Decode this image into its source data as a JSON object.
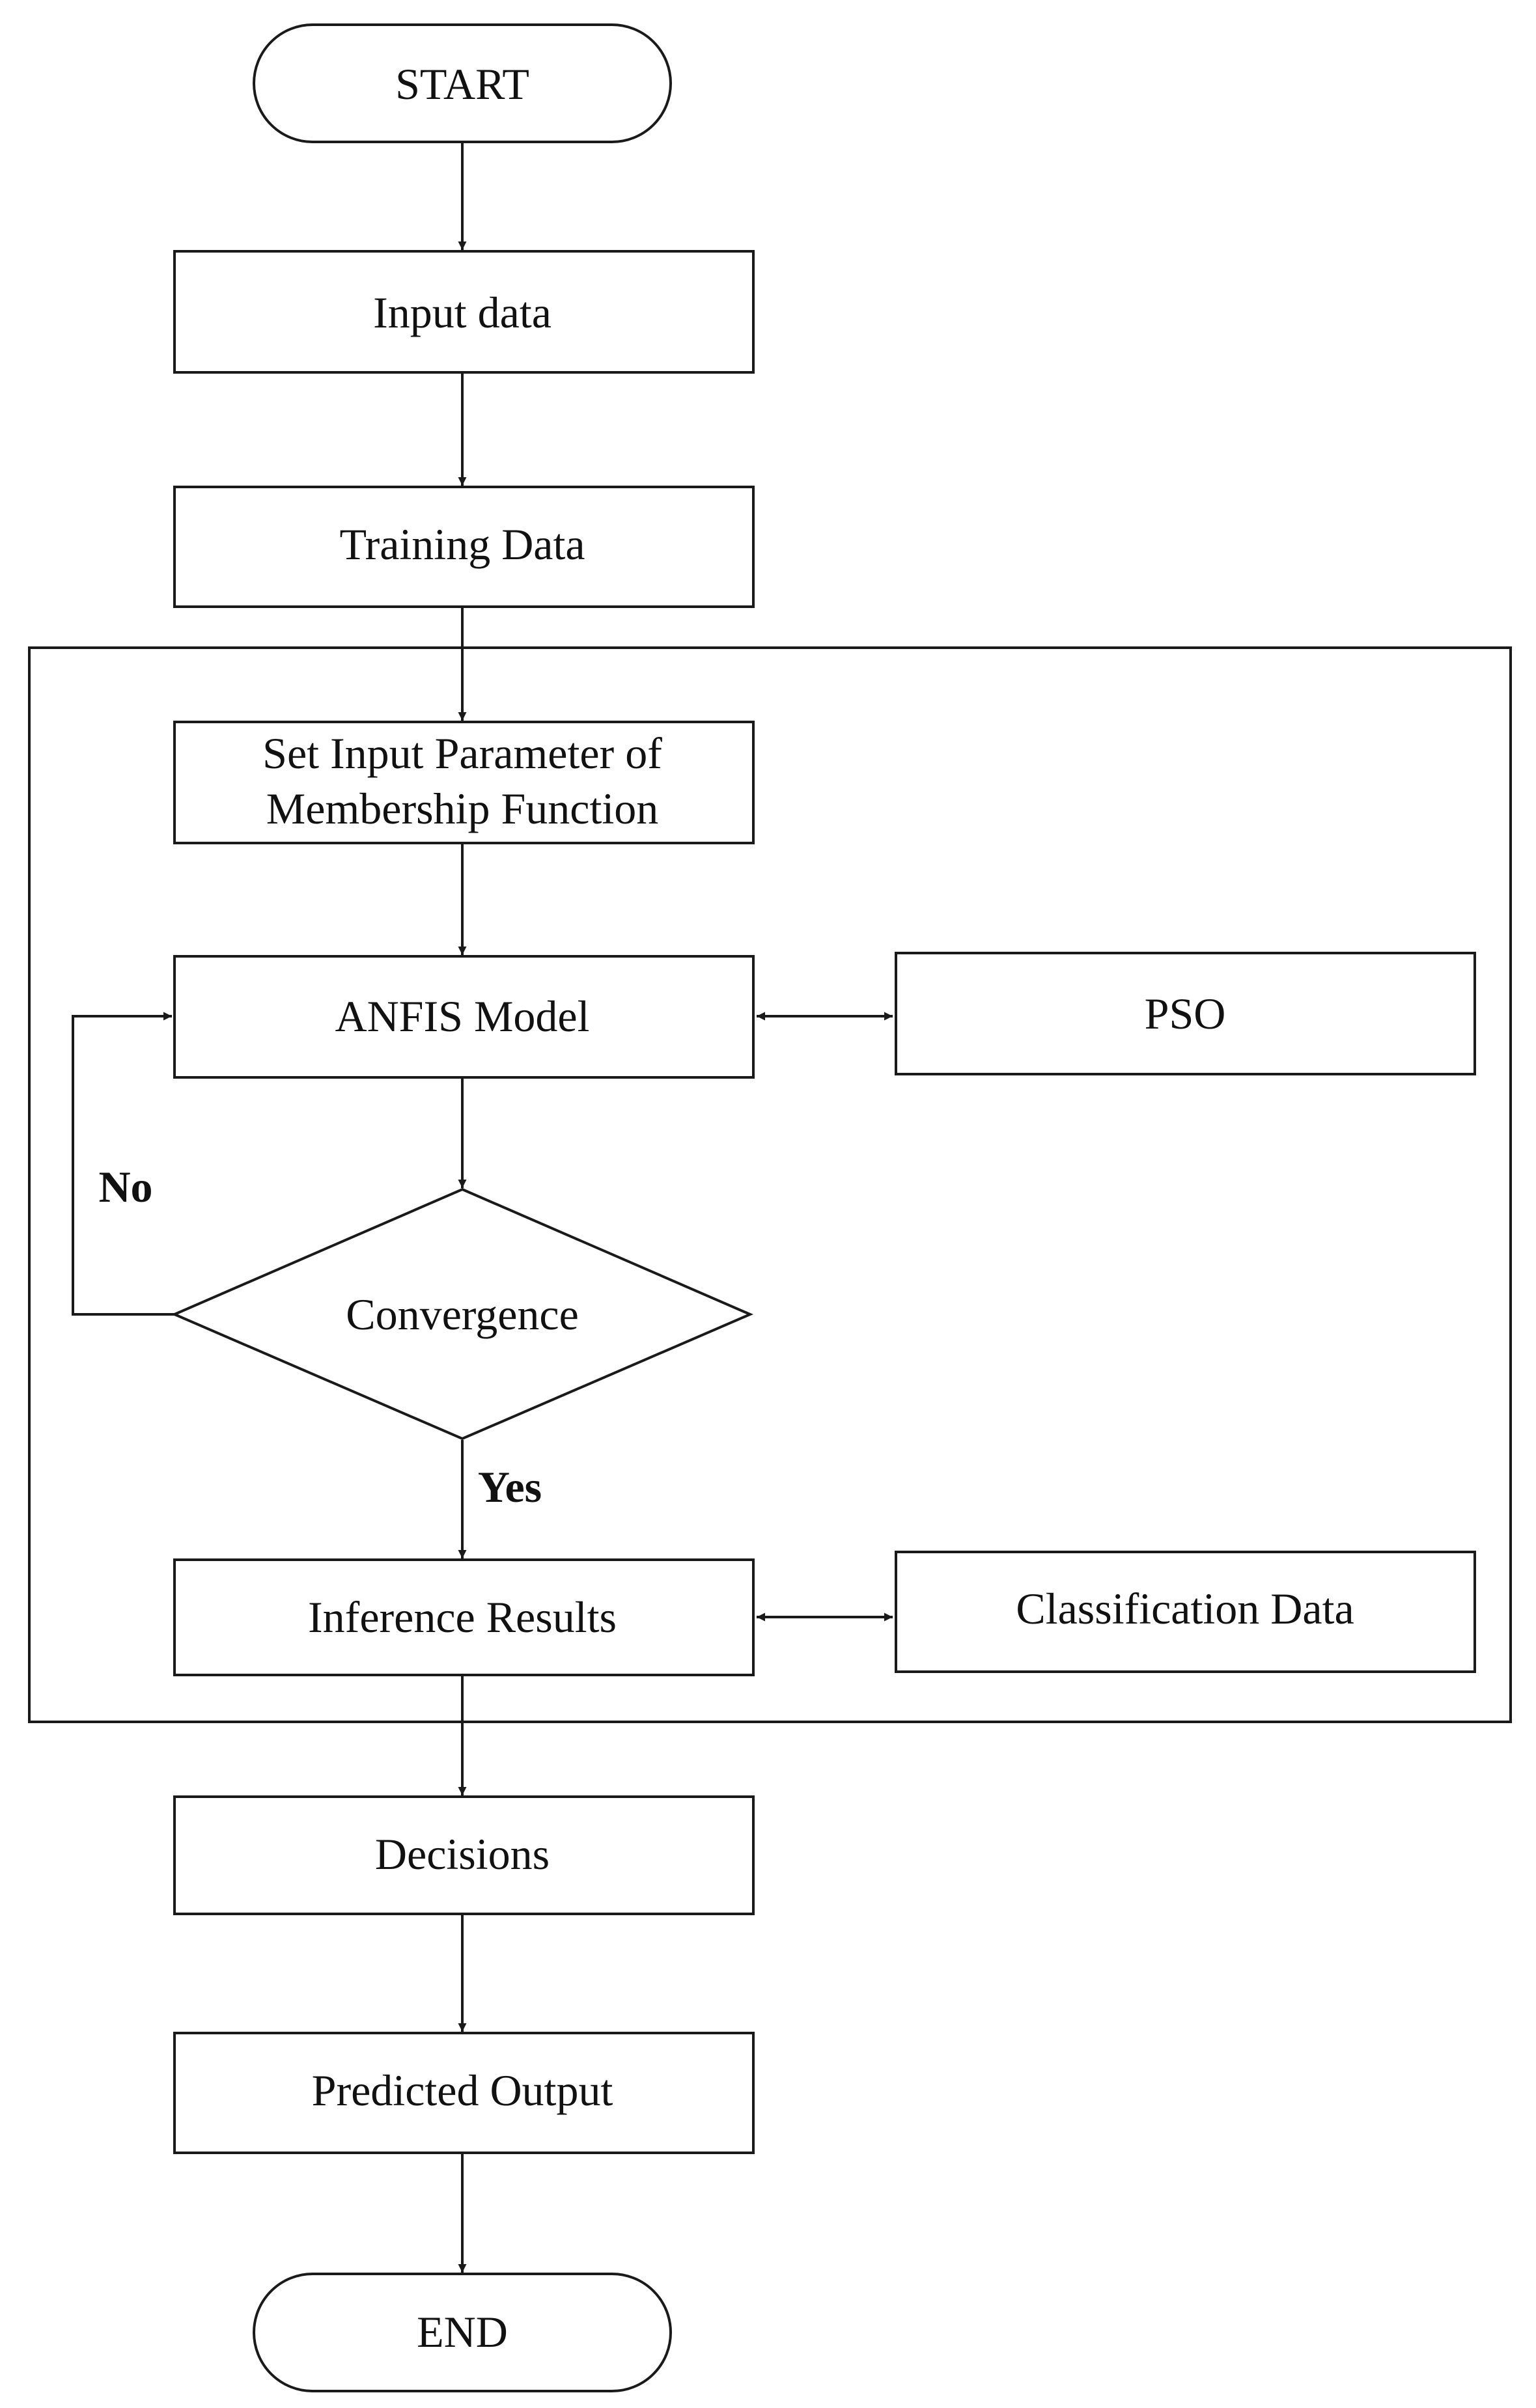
{
  "diagram": {
    "nodes": {
      "start": {
        "label": "START"
      },
      "input_data": {
        "label": "Input data"
      },
      "training_data": {
        "label": "Training Data"
      },
      "set_input_parameter": {
        "line1": "Set Input Parameter of",
        "line2": "Membership Function"
      },
      "anfis_model": {
        "label": "ANFIS Model"
      },
      "pso": {
        "label": "PSO"
      },
      "convergence": {
        "label": "Convergence"
      },
      "inference_results": {
        "label": "Inference Results"
      },
      "classification_data": {
        "label": "Classification Data"
      },
      "decisions": {
        "label": "Decisions"
      },
      "predicted_output": {
        "label": "Predicted Output"
      },
      "end": {
        "label": "END"
      }
    },
    "edge_labels": {
      "no": "No",
      "yes": "Yes"
    },
    "colors": {
      "stroke": "#1a1a1a",
      "text": "#111111",
      "background": "#ffffff"
    }
  }
}
